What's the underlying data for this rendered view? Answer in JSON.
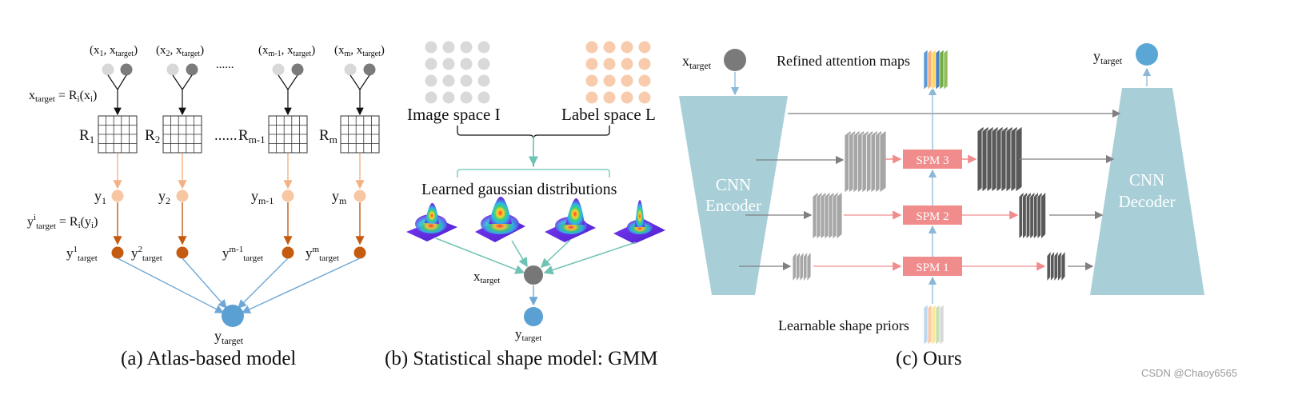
{
  "panel_a": {
    "caption": "(a) Atlas-based model",
    "pairs": [
      {
        "x": "x",
        "sub": "1",
        "t": "target"
      },
      {
        "x": "x",
        "sub": "2",
        "t": "target"
      },
      {
        "x": "x",
        "sub": "m-1",
        "t": "target"
      },
      {
        "x": "x",
        "sub": "m",
        "t": "target"
      }
    ],
    "dots_label": "......",
    "registration_eq": {
      "lhs": "x",
      "lhs_sub": "target",
      "rhs": " = R",
      "rhs_sub": "i",
      "arg": "(x",
      "arg_sub": "i",
      "close": ")"
    },
    "atlases": [
      {
        "name": "R",
        "sub": "1"
      },
      {
        "name": "R",
        "sub": "2"
      },
      {
        "name": "R",
        "sub": "m-1"
      },
      {
        "name": "R",
        "sub": "m"
      }
    ],
    "atlas_dots": "......",
    "labels": [
      {
        "name": "y",
        "sub": "1"
      },
      {
        "name": "y",
        "sub": "2"
      },
      {
        "name": "y",
        "sub": "m-1"
      },
      {
        "name": "y",
        "sub": "m"
      }
    ],
    "label_eq": {
      "y": "y",
      "sup": "i",
      "sub": "target",
      "rhs": " = R",
      "rhs_sub": "i",
      "arg": "(y",
      "arg_sub": "i",
      "close": ")"
    },
    "warped": [
      {
        "name": "y",
        "sup": "1",
        "sub": "target"
      },
      {
        "name": "y",
        "sup": "2",
        "sub": "target"
      },
      {
        "name": "y",
        "sup": "m-1",
        "sub": "target"
      },
      {
        "name": "y",
        "sup": "m",
        "sub": "target"
      }
    ],
    "output": {
      "name": "y",
      "sub": "target"
    },
    "colors": {
      "light_gray": "#d8d8d8",
      "dark_gray": "#7b7b7b",
      "peach": "#f7c6a3",
      "orange": "#c55a11",
      "blue": "#5aa0d2",
      "arrow_blue": "#6fa8d6",
      "arrow_peach": "#f4b183"
    }
  },
  "panel_b": {
    "caption": "(b) Statistical shape model: GMM",
    "image_space": "Image space I",
    "label_space": "Label space L",
    "gaussians_title": "Learned gaussian distributions",
    "input": {
      "name": "x",
      "sub": "target"
    },
    "output": {
      "name": "y",
      "sub": "target"
    },
    "colors": {
      "image_dot": "#d9d9d9",
      "label_dot": "#f8cbad",
      "brace": "#7fcdc0",
      "arrow_teal": "#6fc3b4"
    }
  },
  "panel_c": {
    "caption": "(c) Ours",
    "input": {
      "name": "x",
      "sub": "target"
    },
    "output": {
      "name": "y",
      "sub": "target"
    },
    "refined_maps": "Refined attention maps",
    "shape_priors": "Learnable shape priors",
    "encoder": [
      "CNN",
      "Encoder"
    ],
    "decoder": [
      "CNN",
      "Decoder"
    ],
    "spm": [
      "SPM 3",
      "SPM 2",
      "SPM 1"
    ],
    "colors": {
      "trapezoid": "#a8cfd7",
      "spm_box": "#f08c8c",
      "spm_line": "#f4a0a0",
      "gray_line": "#7f7f7f",
      "input_circle": "#7a7a7a",
      "output_circle": "#5aa7d6"
    }
  },
  "watermark": "CSDN @Chaoy6565"
}
